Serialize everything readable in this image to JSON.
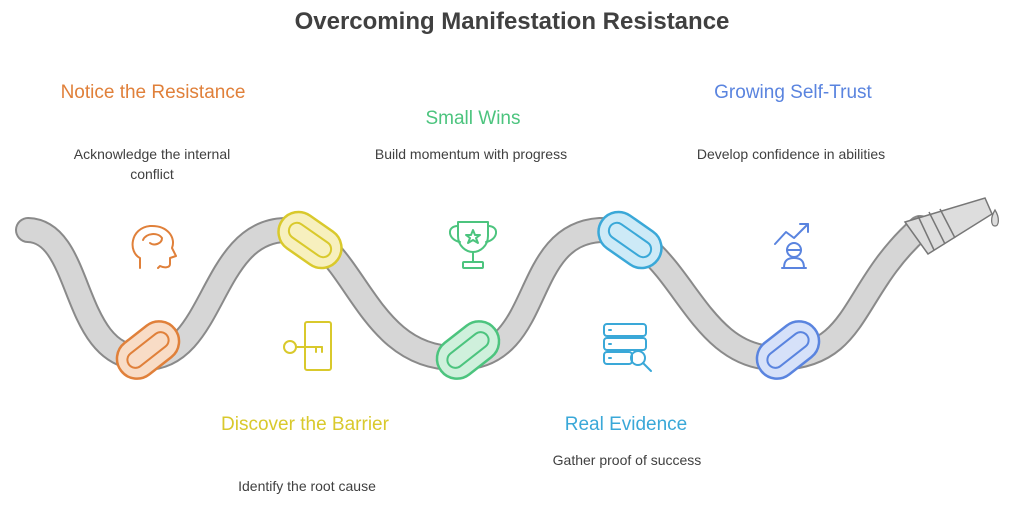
{
  "title": "Overcoming Manifestation Resistance",
  "colors": {
    "orange": "#E0803A",
    "yellow": "#D9C92C",
    "green": "#4CC47E",
    "blue_teal": "#3AA8D8",
    "blue": "#5A84DF",
    "hose": "#D4D4D4"
  },
  "steps": [
    {
      "title": "Notice the Resistance",
      "description": "Acknowledge the internal conflict",
      "icon": "head-profile-icon"
    },
    {
      "title": "Discover the Barrier",
      "description": "Identify the root cause",
      "icon": "key-door-icon"
    },
    {
      "title": "Small Wins",
      "description": "Build momentum with progress",
      "icon": "trophy-icon"
    },
    {
      "title": "Real Evidence",
      "description": "Gather proof of success",
      "icon": "database-search-icon"
    },
    {
      "title": "Growing Self-Trust",
      "description": "Develop confidence in abilities",
      "icon": "person-growth-icon"
    }
  ]
}
